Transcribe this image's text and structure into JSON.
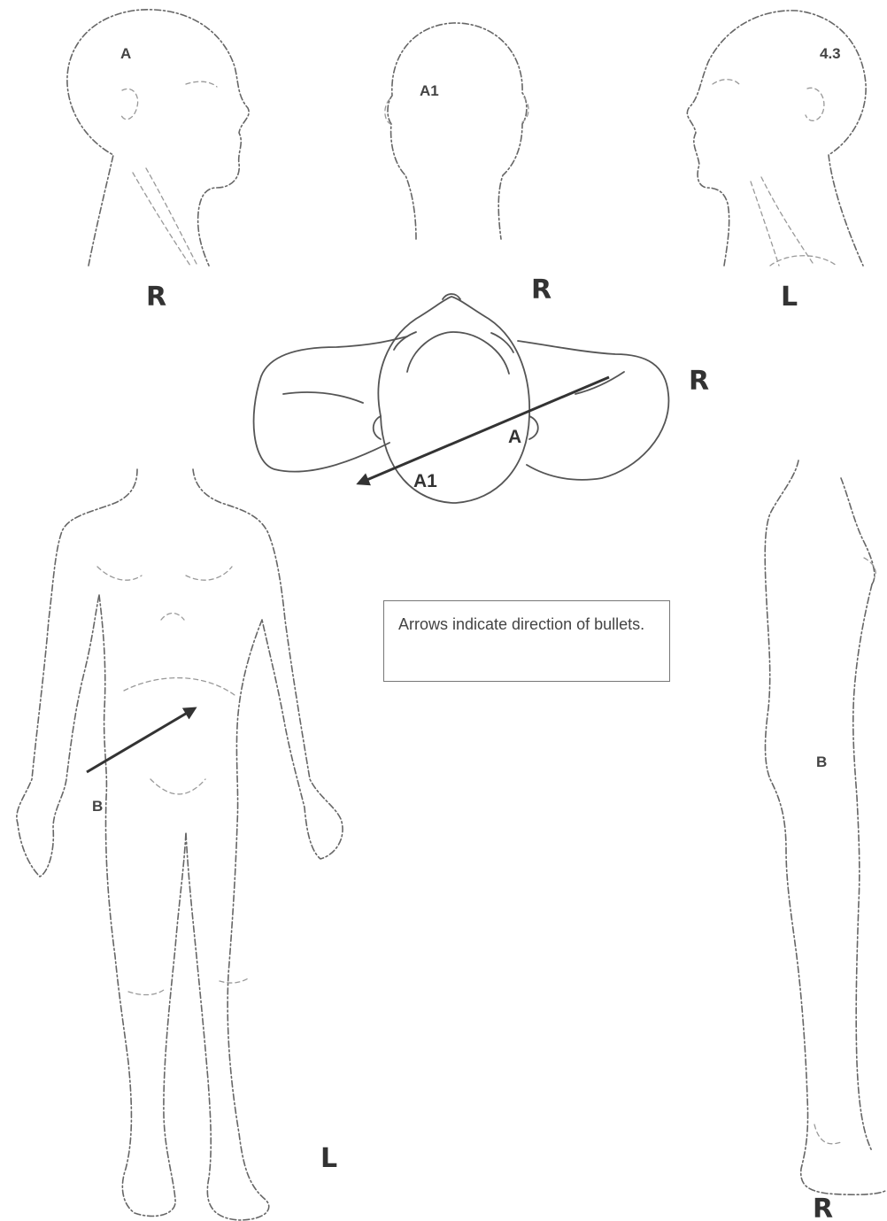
{
  "views": {
    "head_right_profile": {
      "side": "R",
      "wound": "A"
    },
    "head_back": {
      "side": "R",
      "wound": "A1"
    },
    "head_left_profile": {
      "side": "L",
      "wound": "4.3"
    },
    "head_top": {
      "side": "R",
      "wound_entry": "A",
      "wound_exit": "A1"
    },
    "body_front": {
      "side": "L",
      "wound": "B"
    },
    "body_side": {
      "side": "R",
      "wound": "B"
    }
  },
  "legend": {
    "text": "Arrows indicate direction of bullets."
  },
  "colors": {
    "ink": "#333333",
    "sketch_line": "#666666",
    "box_border": "#777777"
  }
}
